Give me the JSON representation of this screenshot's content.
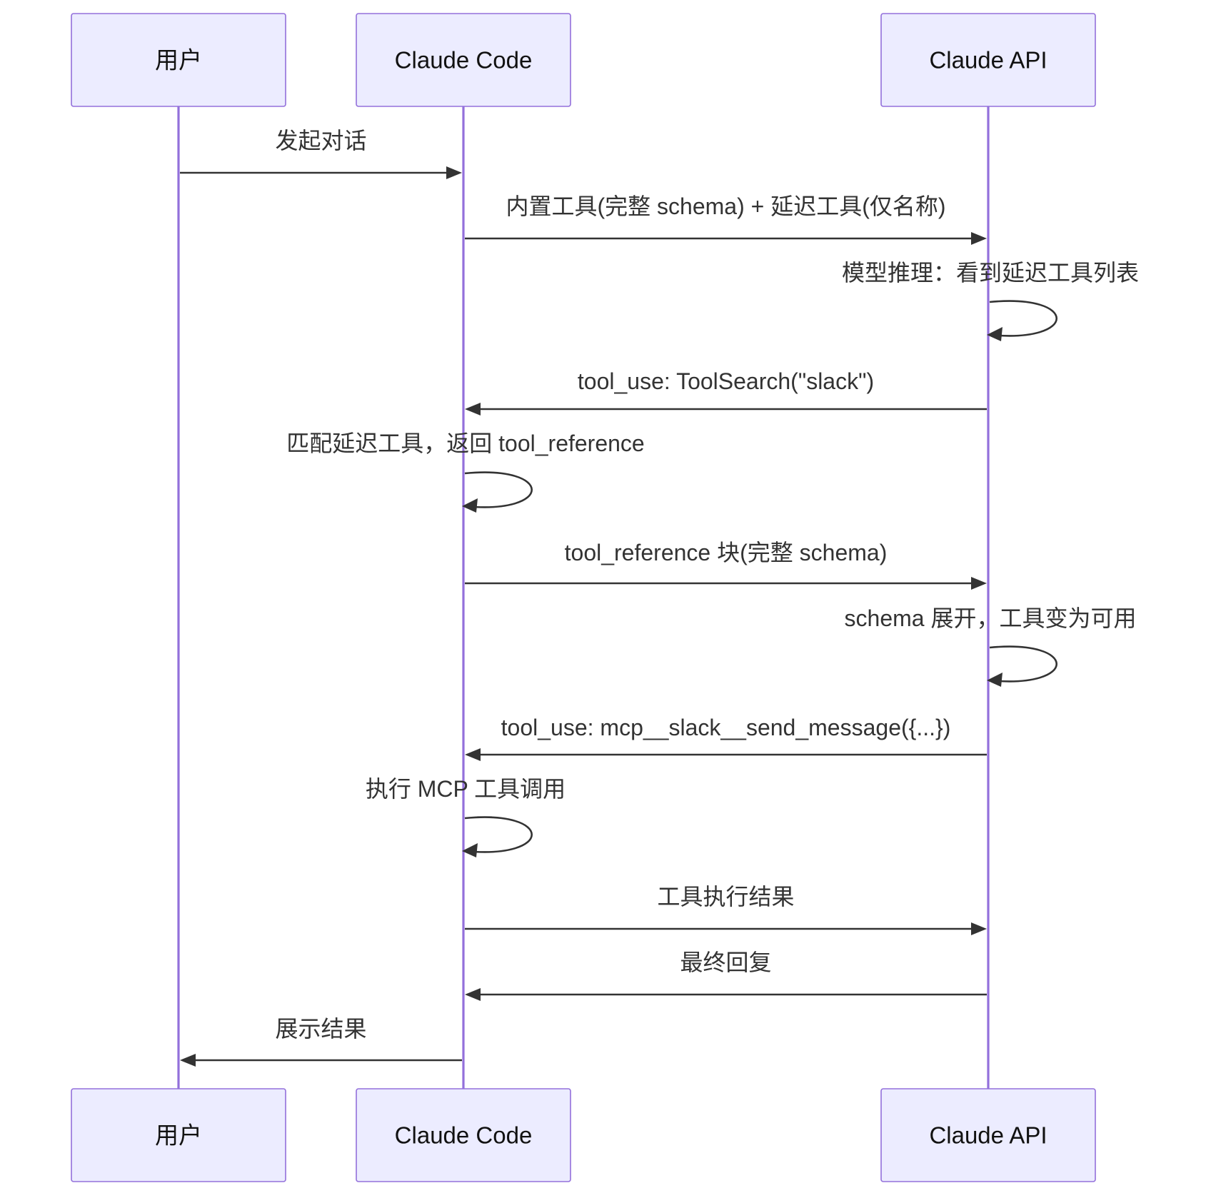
{
  "participants": [
    {
      "id": "user",
      "label": "用户"
    },
    {
      "id": "cc",
      "label": "Claude Code"
    },
    {
      "id": "api",
      "label": "Claude API"
    }
  ],
  "messages": [
    {
      "from": "user",
      "to": "cc",
      "text": "发起对话"
    },
    {
      "from": "cc",
      "to": "api",
      "text": "内置工具(完整 schema) + 延迟工具(仅名称)"
    },
    {
      "from": "api",
      "to": "api",
      "text": "模型推理：看到延迟工具列表"
    },
    {
      "from": "api",
      "to": "cc",
      "text": "tool_use: ToolSearch(\"slack\")"
    },
    {
      "from": "cc",
      "to": "cc",
      "text": "匹配延迟工具，返回 tool_reference"
    },
    {
      "from": "cc",
      "to": "api",
      "text": "tool_reference 块(完整 schema)"
    },
    {
      "from": "api",
      "to": "api",
      "text": "schema 展开，工具变为可用"
    },
    {
      "from": "api",
      "to": "cc",
      "text": "tool_use: mcp__slack__send_message({...})"
    },
    {
      "from": "cc",
      "to": "cc",
      "text": "执行 MCP 工具调用"
    },
    {
      "from": "cc",
      "to": "api",
      "text": "工具执行结果"
    },
    {
      "from": "api",
      "to": "cc",
      "text": "最终回复"
    },
    {
      "from": "cc",
      "to": "user",
      "text": "展示结果"
    }
  ],
  "colors": {
    "actor_fill": "#ececff",
    "actor_border": "#9370db",
    "lifeline": "#9370db",
    "message": "#333333"
  }
}
